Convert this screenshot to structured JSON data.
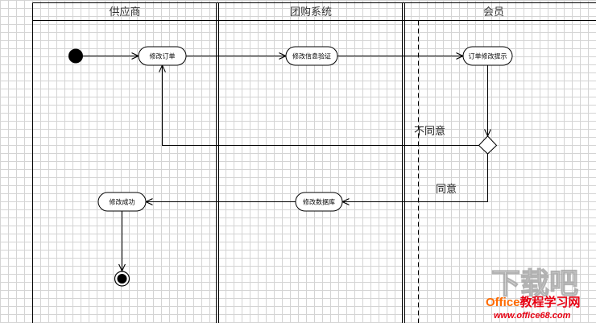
{
  "swimlanes": [
    {
      "title": "供应商"
    },
    {
      "title": "团购系统"
    },
    {
      "title": "会员"
    }
  ],
  "nodes": {
    "modify_order": {
      "label": "修改订单"
    },
    "verify_info": {
      "label": "修改信息验证"
    },
    "order_notice": {
      "label": "订单修改提示"
    },
    "update_db": {
      "label": "修改数据库"
    },
    "success": {
      "label": "修改成功"
    }
  },
  "edge_labels": {
    "disagree": "不同意",
    "agree": "同意"
  },
  "watermark": {
    "logo_text": "下载吧",
    "site_brand": "Office",
    "site_name": "教程学习网",
    "url": "www.office68.com"
  },
  "colors": {
    "line": "#000000",
    "grid": "#d4d4d4",
    "lane_title": "#333333",
    "wm_orange": "#ff6a00",
    "wm_red": "#e60012",
    "wm_logo": "#a6a6a6"
  }
}
